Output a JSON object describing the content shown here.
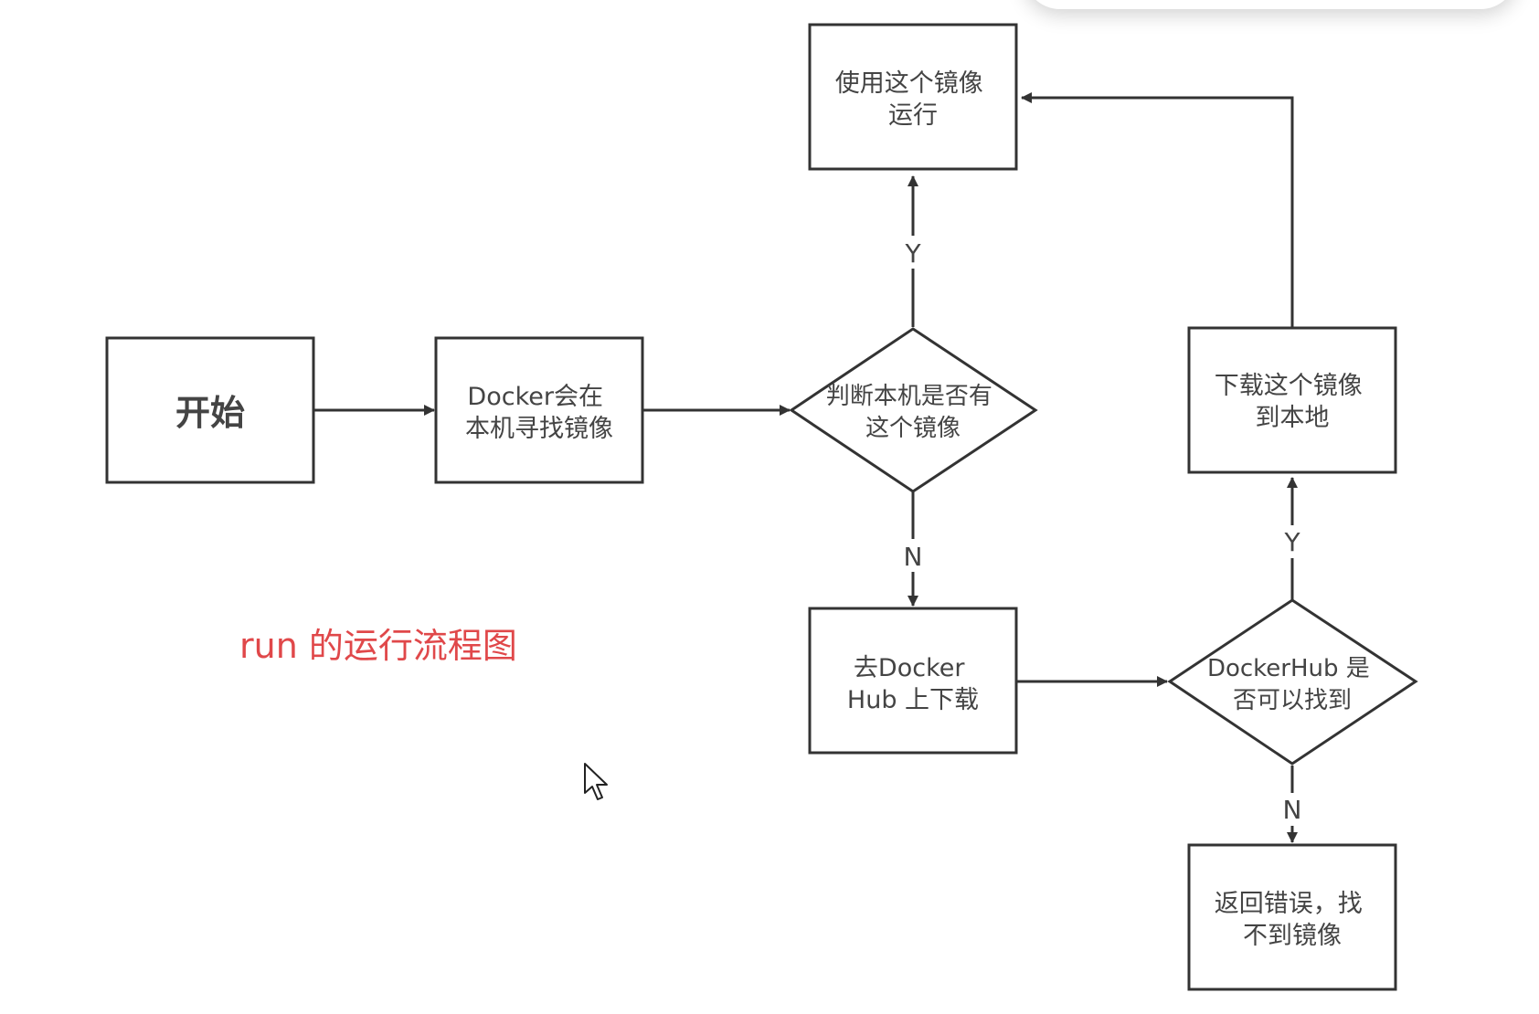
{
  "caption": "run 的运行流程图",
  "nodes": {
    "start": {
      "label": "开始"
    },
    "search_local": {
      "lines": [
        "Docker会在",
        "本机寻找镜像"
      ]
    },
    "check_local": {
      "lines": [
        "判断本机是否有",
        "这个镜像"
      ]
    },
    "run_image": {
      "lines": [
        "使用这个镜像",
        "运行"
      ]
    },
    "go_hub": {
      "lines": [
        "去Docker",
        "Hub 上下载"
      ]
    },
    "check_hub": {
      "lines": [
        "DockerHub 是",
        "否可以找到"
      ]
    },
    "download": {
      "lines": [
        "下载这个镜像",
        "到本地"
      ]
    },
    "error": {
      "lines": [
        "返回错误，找",
        "不到镜像"
      ]
    }
  },
  "edge_labels": {
    "local_yes": "Y",
    "local_no": "N",
    "hub_yes": "Y",
    "hub_no": "N"
  }
}
